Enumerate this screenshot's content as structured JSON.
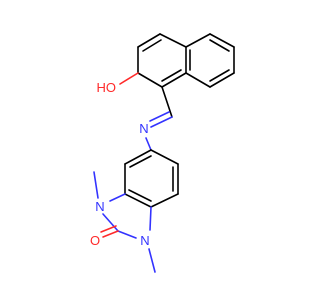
{
  "atom_labels": {
    "hydroxyl": "HO",
    "imine_n": "N",
    "ring_n_upper": "N",
    "ring_n_lower": "N",
    "carbonyl_o": "O"
  },
  "colors": {
    "carbon_bond": "#000000",
    "nitrogen": "#3333ff",
    "oxygen": "#ff2a2a",
    "background": "#ffffff"
  }
}
